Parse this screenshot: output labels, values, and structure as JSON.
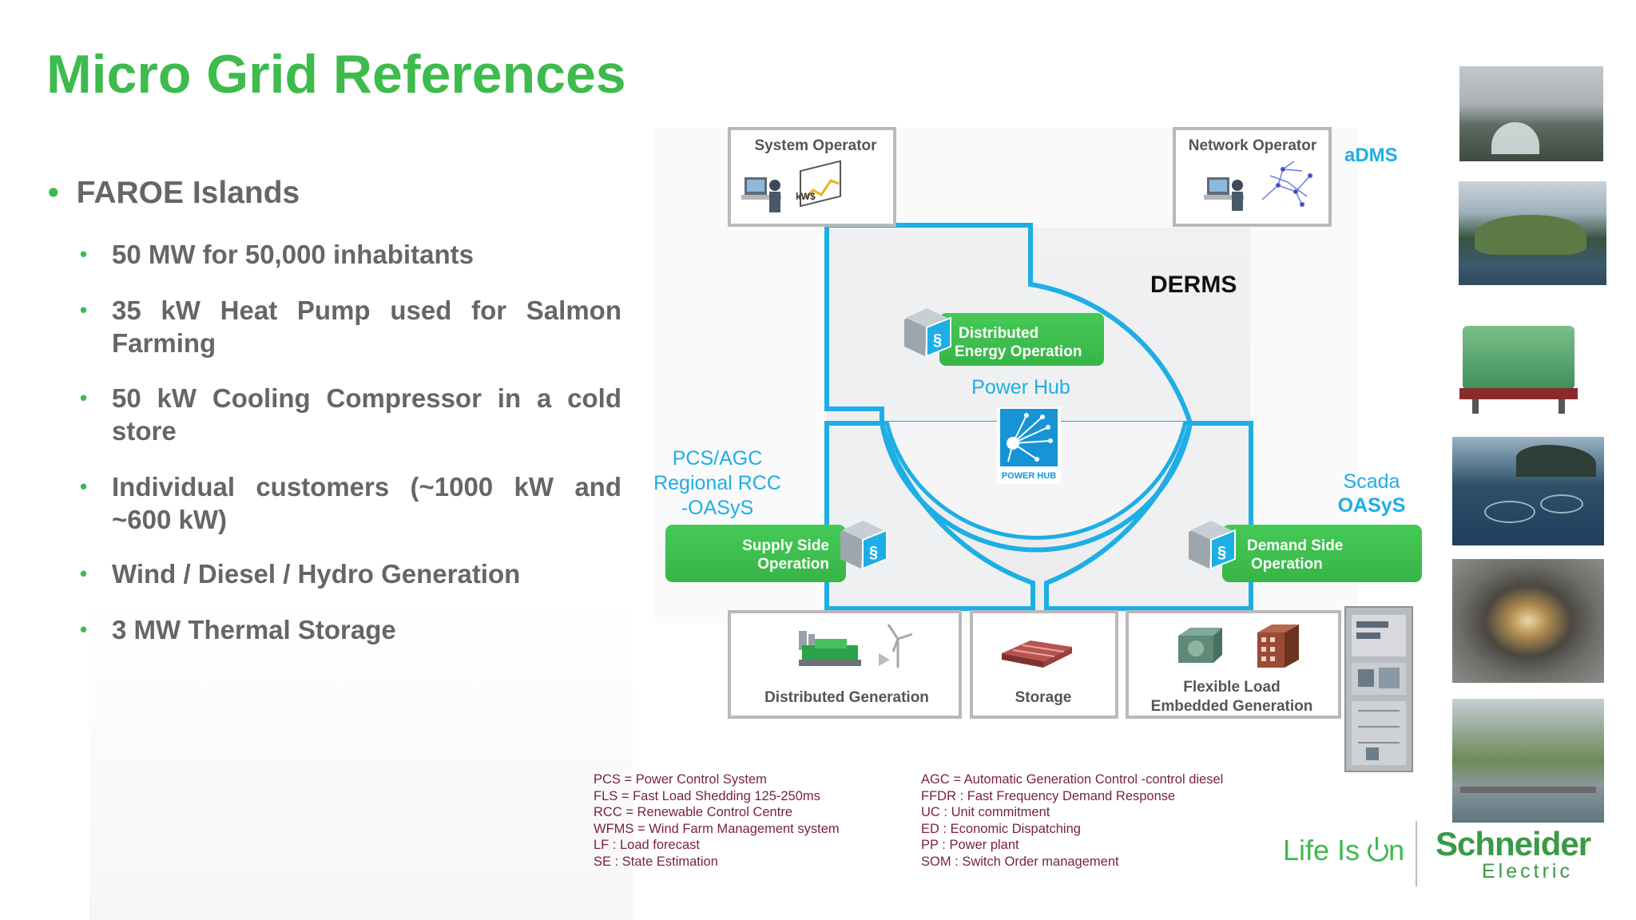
{
  "title": "Micro Grid References",
  "bullets": {
    "main": "FAROE Islands",
    "items": [
      "50 MW for 50,000 inhabitants",
      "35 kW Heat Pump used for Salmon Farming",
      "50 kW Cooling Compressor in a cold store",
      "Individual customers (~1000 kW and ~600 kW)",
      "Wind / Diesel / Hydro Generation",
      "3 MW Thermal Storage"
    ]
  },
  "diagram": {
    "system_operator": "System Operator",
    "network_operator": "Network Operator",
    "adms": "aDMS",
    "derms": "DERMS",
    "deo_line1": "Distributed",
    "deo_line2": "Energy Operation",
    "power_hub": "Power Hub",
    "power_hub_logo": "POWER HUB",
    "pcs_line1": "PCS/AGC",
    "pcs_line2": "Regional RCC",
    "pcs_line3": "-OASyS",
    "scada_line1": "Scada",
    "scada_line2": "OASyS",
    "supply_line1": "Supply Side",
    "supply_line2": "Operation",
    "demand_line1": "Demand Side",
    "demand_line2": "Operation",
    "dist_gen": "Distributed Generation",
    "storage": "Storage",
    "flex_line1": "Flexible Load",
    "flex_line2": "Embedded Generation",
    "kws": "kW$"
  },
  "glossary": {
    "left": [
      "PCS = Power Control System",
      "FLS = Fast Load Shedding 125-250ms",
      "RCC = Renewable Control Centre",
      "WFMS = Wind Farm Management system",
      "LF : Load forecast",
      "SE : State Estimation"
    ],
    "right": [
      "AGC = Automatic Generation Control -control diesel",
      "FFDR : Fast Frequency Demand Response",
      "UC : Unit commitment",
      "ED : Economic Dispatching",
      "PP : Power plant",
      "SOM : Switch Order management"
    ]
  },
  "footer": {
    "tagline_a": "Life Is ",
    "tagline_b": "n",
    "brand_line1": "Schneider",
    "brand_line2": "Electric"
  },
  "colors": {
    "green": "#3dbb4c",
    "blue": "#1eaee6",
    "gloss": "#7a1e48"
  }
}
